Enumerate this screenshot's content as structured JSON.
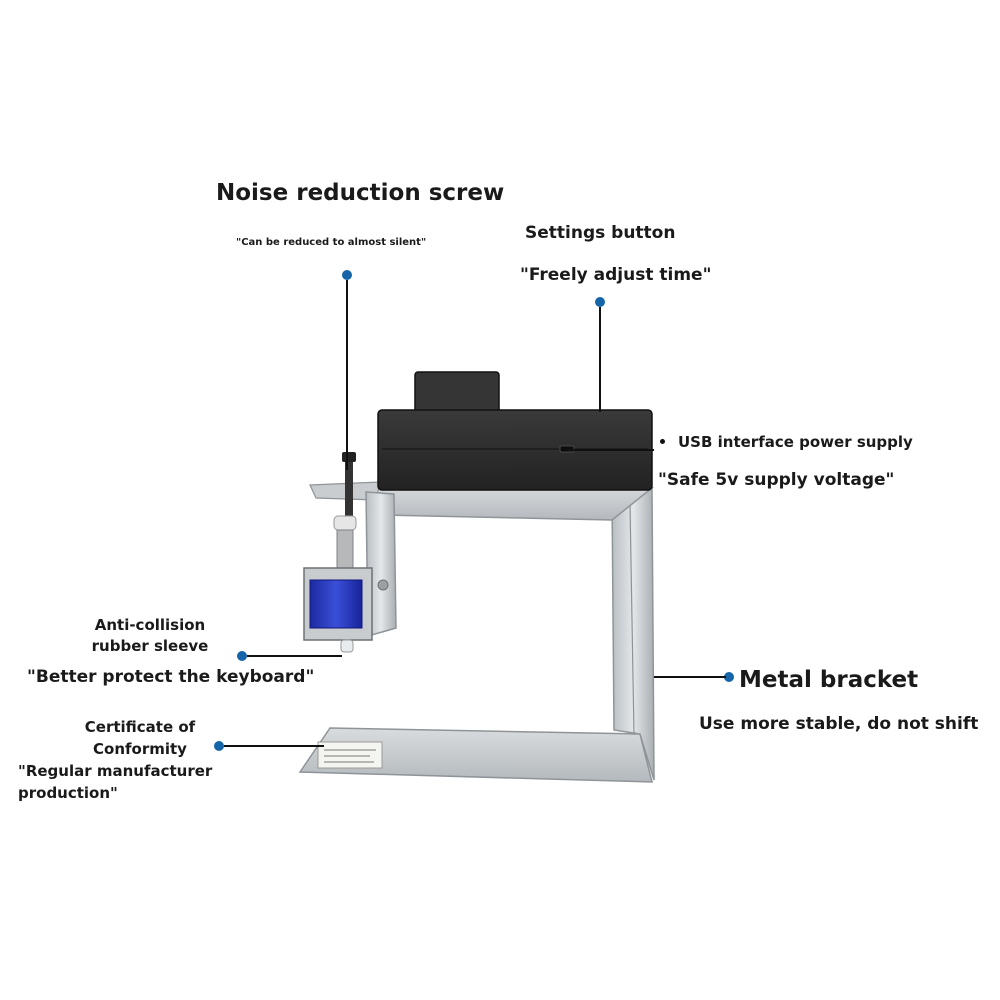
{
  "annotations": {
    "noise_screw": {
      "title": "Noise reduction screw",
      "subtitle": "\"Can be reduced to almost silent\""
    },
    "settings_button": {
      "title": "Settings button",
      "subtitle": "\"Freely adjust time\""
    },
    "usb_interface": {
      "title": "USB interface power supply",
      "subtitle": "\"Safe 5v supply voltage\""
    },
    "rubber_sleeve": {
      "title_line1": "Anti-collision",
      "title_line2": "rubber sleeve",
      "subtitle": "\"Better protect the keyboard\""
    },
    "metal_bracket": {
      "title": "Metal bracket",
      "subtitle": "Use more stable, do not shift"
    },
    "certificate": {
      "line1": "Certificate of",
      "line2": "Conformity",
      "line3": "\"Regular manufacturer",
      "line4": "production\""
    }
  },
  "colors": {
    "leader_dot": "#1565a8",
    "leader_line": "#111111",
    "text": "#1a1a1a",
    "control_box": "#2b2b2b",
    "solenoid_coil": "#2336b8",
    "bracket_metal": "#cfd3d6"
  }
}
